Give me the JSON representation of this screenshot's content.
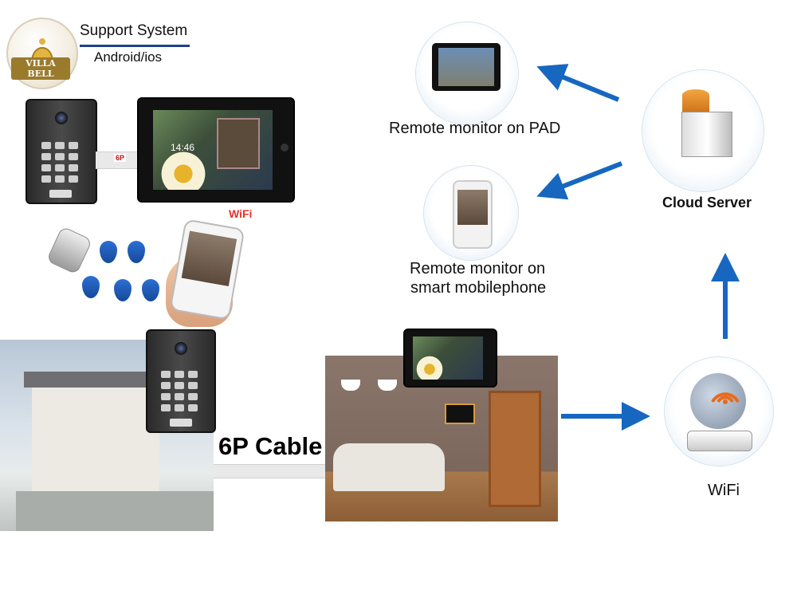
{
  "logo": {
    "text": "VILLA BELL"
  },
  "header": {
    "title": "Support System",
    "subtitle": "Android/ios"
  },
  "cable_tag": "6P",
  "wifi_badge": "WiFi",
  "cable_label": "6P Cable",
  "nodes": {
    "pad": {
      "label": "Remote monitor on PAD"
    },
    "phone": {
      "label_line1": "Remote monitor on",
      "label_line2": "smart mobilephone"
    },
    "cloud": {
      "label": "Cloud Server"
    },
    "wifi": {
      "label": "WiFi"
    }
  },
  "monitor_screen": {
    "time": "14:46"
  },
  "colors": {
    "arrow": "#1767c0",
    "header_line": "#1f3f8f"
  }
}
